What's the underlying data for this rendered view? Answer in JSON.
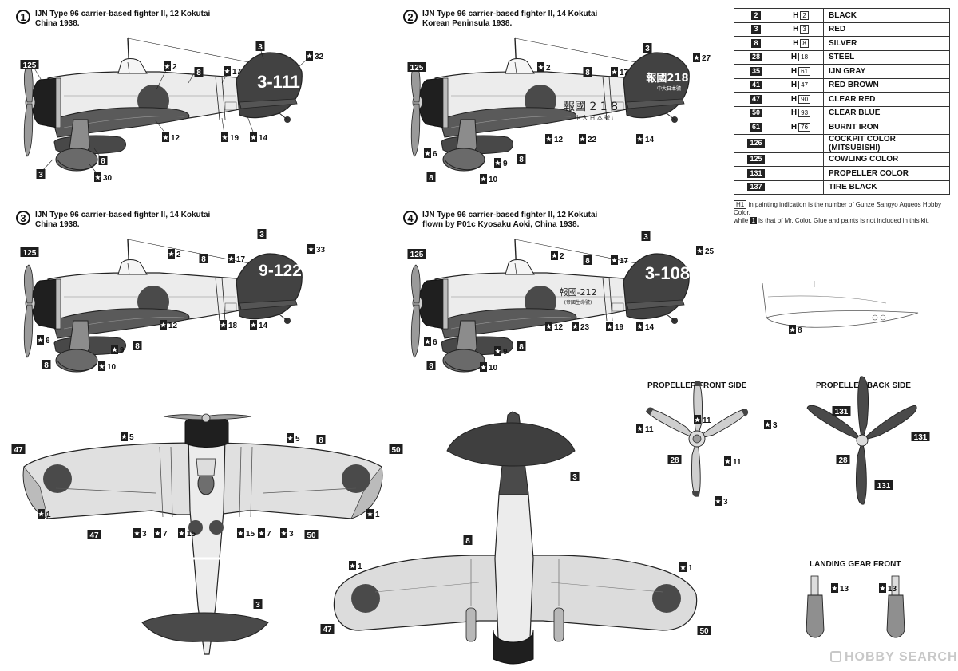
{
  "profiles": [
    {
      "num": "1",
      "lines": [
        "IJN Type 96 carrier-based fighter II, 12 Kokutai",
        "China 1938."
      ],
      "tail_code": "3-111"
    },
    {
      "num": "2",
      "lines": [
        "IJN Type 96 carrier-based fighter II, 14 Kokutai",
        "Korean Peninsula 1938."
      ],
      "tail_code": "報國218"
    },
    {
      "num": "3",
      "lines": [
        "IJN Type 96 carrier-based fighter II, 14 Kokutai",
        "China 1938."
      ],
      "tail_code": "9-122"
    },
    {
      "num": "4",
      "lines": [
        "IJN Type 96 carrier-based fighter II, 12 Kokutai",
        "flown by P01c Kyosaku Aoki, China 1938."
      ],
      "tail_code": "3-108"
    }
  ],
  "fuselage_texts": {
    "p2_main": "報國 2 1 8",
    "p2_sub": "中 大 日 本 號",
    "p2_tail_sub": "中大日本號",
    "p4_main": "報國-212",
    "p4_sub": "(帝國生命號)"
  },
  "callouts": {
    "p1": {
      "c125": "125",
      "s2": "2",
      "c8": "8",
      "s17": "17",
      "c3": "3",
      "s32": "32",
      "s12": "12",
      "s19": "19",
      "s14": "14",
      "c8b": "8",
      "c3b": "3",
      "s30": "30"
    },
    "p2": {
      "c125": "125",
      "s2": "2",
      "c8": "8",
      "s17": "17",
      "c3": "3",
      "s27": "27",
      "s12": "12",
      "s22": "22",
      "s14": "14",
      "s6": "6",
      "s9": "9",
      "c8b": "8",
      "c8c": "8",
      "s10": "10"
    },
    "p3": {
      "c125": "125",
      "s2": "2",
      "c8": "8",
      "s17": "17",
      "c3": "3",
      "s33": "33",
      "s12": "12",
      "s18": "18",
      "s14": "14",
      "s6": "6",
      "s9": "9",
      "c8b": "8",
      "c8c": "8",
      "s10": "10"
    },
    "p4": {
      "c125": "125",
      "s2": "2",
      "c8": "8",
      "s17": "17",
      "c3": "3",
      "s25": "25",
      "s12": "12",
      "s23": "23",
      "s19": "19",
      "s14": "14",
      "s6": "6",
      "s9": "9",
      "c8b": "8",
      "c8c": "8",
      "s10": "10"
    },
    "detail": {
      "s8": "8"
    },
    "top": {
      "c47": "47",
      "s5": "5",
      "s5b": "5",
      "c8": "8",
      "c50": "50",
      "s1": "1",
      "s1b": "1",
      "c47b": "47",
      "s3": "3",
      "s7": "7",
      "s15": "15",
      "s15b": "15",
      "s7b": "7",
      "s3b": "3",
      "c50b": "50",
      "c3": "3"
    },
    "bottom": {
      "c3": "3",
      "c8": "8",
      "s1": "1",
      "s1b": "1",
      "c47": "47",
      "c50": "50"
    },
    "prop_front": {
      "s11a": "11",
      "s11b": "11",
      "s3": "3",
      "c28": "28",
      "s11c": "11",
      "s3b": "3"
    },
    "prop_back": {
      "c131a": "131",
      "c131b": "131",
      "c28": "28",
      "c131c": "131"
    },
    "gear": {
      "s13a": "13",
      "s13b": "13"
    }
  },
  "labels": {
    "prop_front": "PROPELLER FRONT SIDE",
    "prop_back": "PROPELLER BACK SIDE",
    "gear": "LANDING GEAR FRONT"
  },
  "color_table": [
    {
      "code": "2",
      "h": "2",
      "name": "BLACK"
    },
    {
      "code": "3",
      "h": "3",
      "name": "RED"
    },
    {
      "code": "8",
      "h": "8",
      "name": "SILVER"
    },
    {
      "code": "28",
      "h": "18",
      "name": "STEEL"
    },
    {
      "code": "35",
      "h": "61",
      "name": "IJN GRAY"
    },
    {
      "code": "41",
      "h": "47",
      "name": "RED BROWN"
    },
    {
      "code": "47",
      "h": "90",
      "name": "CLEAR RED"
    },
    {
      "code": "50",
      "h": "93",
      "name": "CLEAR BLUE"
    },
    {
      "code": "61",
      "h": "76",
      "name": "BURNT IRON"
    },
    {
      "code": "126",
      "h": "",
      "name": "COCKPIT COLOR (MITSUBISHI)"
    },
    {
      "code": "125",
      "h": "",
      "name": "COWLING COLOR"
    },
    {
      "code": "131",
      "h": "",
      "name": "PROPELLER COLOR"
    },
    {
      "code": "137",
      "h": "",
      "name": "TIRE BLACK"
    }
  ],
  "table_h_prefix": "H",
  "note": {
    "h": "H",
    "hbox": "1",
    "text1": " in painting indication is the number of Gunze Sangyo Aqueos Hobby Color,",
    "text2": "while ",
    "kbox": "1",
    "text3": " is that of Mr. Color. Glue and paints is not included in this kit."
  },
  "watermark": "HOBBY SEARCH",
  "colors": {
    "dark": "#3a3a3a",
    "silver": "#e9e9e9",
    "mid": "#a8a8a8",
    "light": "#d2d2d2",
    "ink": "#111111"
  }
}
